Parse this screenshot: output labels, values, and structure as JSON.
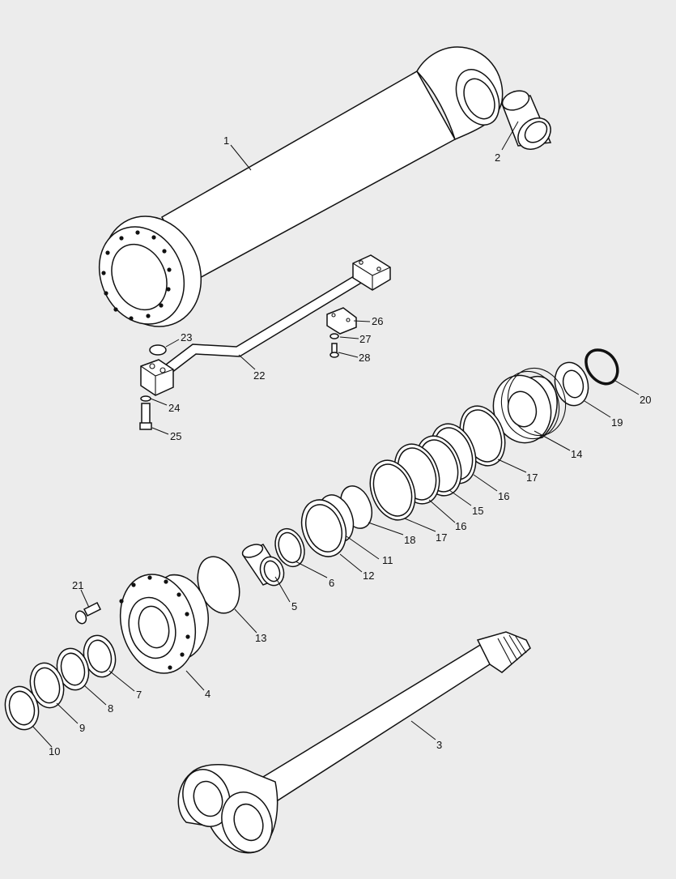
{
  "diagram": {
    "labels": [
      {
        "id": "1",
        "text": "1"
      },
      {
        "id": "2",
        "text": "2"
      },
      {
        "id": "3",
        "text": "3"
      },
      {
        "id": "4",
        "text": "4"
      },
      {
        "id": "5",
        "text": "5"
      },
      {
        "id": "6",
        "text": "6"
      },
      {
        "id": "7",
        "text": "7"
      },
      {
        "id": "8",
        "text": "8"
      },
      {
        "id": "9",
        "text": "9"
      },
      {
        "id": "10",
        "text": "10"
      },
      {
        "id": "11",
        "text": "11"
      },
      {
        "id": "12",
        "text": "12"
      },
      {
        "id": "13",
        "text": "13"
      },
      {
        "id": "14",
        "text": "14"
      },
      {
        "id": "15",
        "text": "15"
      },
      {
        "id": "16a",
        "text": "16"
      },
      {
        "id": "16b",
        "text": "16"
      },
      {
        "id": "17a",
        "text": "17"
      },
      {
        "id": "17b",
        "text": "17"
      },
      {
        "id": "18",
        "text": "18"
      },
      {
        "id": "19",
        "text": "19"
      },
      {
        "id": "20",
        "text": "20"
      },
      {
        "id": "21",
        "text": "21"
      },
      {
        "id": "22",
        "text": "22"
      },
      {
        "id": "23",
        "text": "23"
      },
      {
        "id": "24",
        "text": "24"
      },
      {
        "id": "25",
        "text": "25"
      },
      {
        "id": "26",
        "text": "26"
      },
      {
        "id": "27",
        "text": "27"
      },
      {
        "id": "28",
        "text": "28"
      }
    ]
  }
}
